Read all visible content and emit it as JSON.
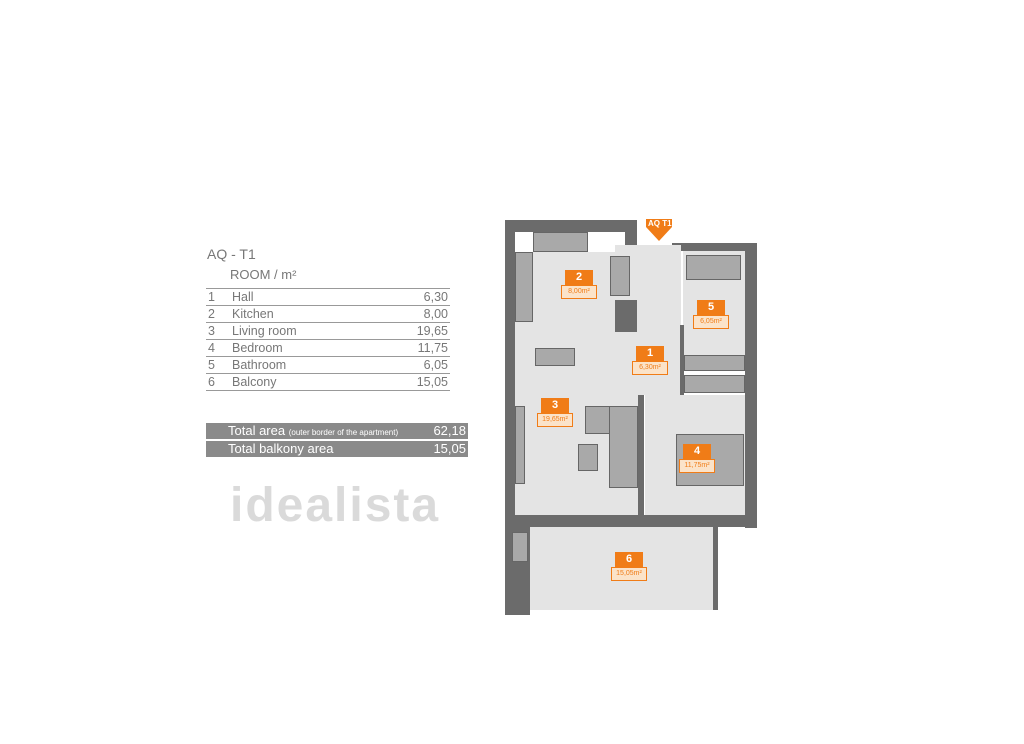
{
  "header": {
    "title": "AQ - T1",
    "subtitle": "ROOM / m²"
  },
  "rooms": [
    {
      "n": "1",
      "name": "Hall",
      "area": "6,30",
      "plan_area": "6,30m²"
    },
    {
      "n": "2",
      "name": "Kitchen",
      "area": "8,00",
      "plan_area": "8,00m²"
    },
    {
      "n": "3",
      "name": "Living room",
      "area": "19,65",
      "plan_area": "19,65m²"
    },
    {
      "n": "4",
      "name": "Bedroom",
      "area": "11,75",
      "plan_area": "11,75m²"
    },
    {
      "n": "5",
      "name": "Bathroom",
      "area": "6,05",
      "plan_area": "6,05m²"
    },
    {
      "n": "6",
      "name": "Balcony",
      "area": "15,05",
      "plan_area": "15,05m²"
    }
  ],
  "totals": {
    "total_label": "Total area",
    "total_note": "(outer border of the apartment)",
    "total_value": "62,18",
    "balcony_label": "Total balkony area",
    "balcony_value": "15,05"
  },
  "plan": {
    "entry_label": "AQ T1",
    "accent": "#f07c17"
  },
  "watermark": "idealista"
}
